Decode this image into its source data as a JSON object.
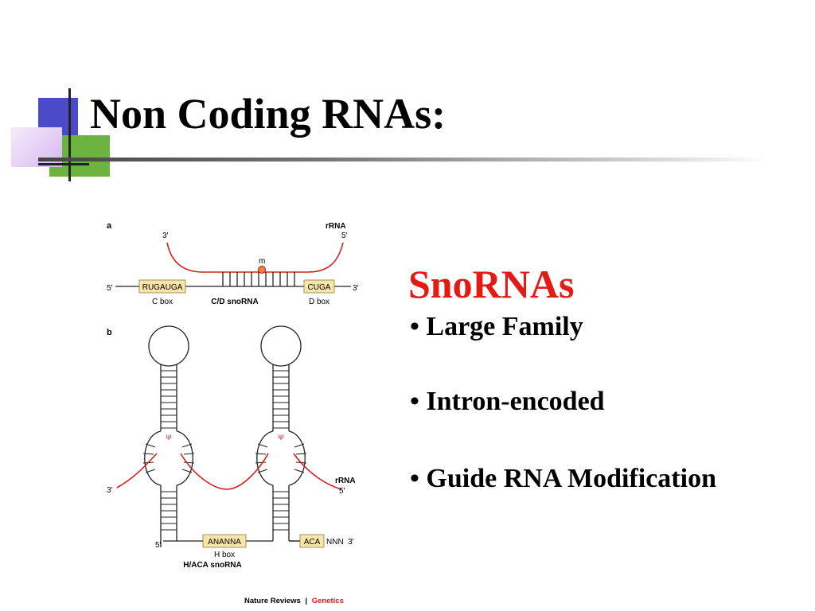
{
  "slide": {
    "title": "Non Coding RNAs:",
    "subheading": "SnoRNAs",
    "bullets": [
      "•  Large Family",
      "•  Intron-encoded",
      "• Guide RNA Modification"
    ]
  },
  "diagram": {
    "panel_a": {
      "letter": "a",
      "rrna_label": "rRNA",
      "rrna_3prime": "3′",
      "rrna_5prime": "5′",
      "mod_label": "m",
      "strand_5prime": "5′",
      "strand_3prime": "3′",
      "c_box_seq": "RUGAUGA",
      "c_box_label": "C box",
      "d_box_seq": "CUGA",
      "d_box_label": "D box",
      "snorna_label": "C/D snoRNA"
    },
    "panel_b": {
      "letter": "b",
      "rrna_label": "rRNA",
      "rrna_3prime": "3′",
      "rrna_5prime": "5′",
      "strand_5prime": "5′",
      "h_box_seq": "ANANNA",
      "h_box_label": "H box",
      "aca_seq": "ACA",
      "tail": "NNN  3′",
      "snorna_label": "H/ACA snoRNA",
      "psi_left": "Ψ",
      "psi_right": "Ψ"
    },
    "credit_journal": "Nature Reviews",
    "credit_separator": "|",
    "credit_section": "Genetics"
  },
  "colors": {
    "title_text": "#000000",
    "subheading": "#e41a14",
    "rrna_strand": "#d42020",
    "box_fill": "#f7e6a8",
    "deco_blue": "#4b4bc8",
    "deco_green": "#6cb33f",
    "deco_lilac": "#d8b7f0"
  }
}
